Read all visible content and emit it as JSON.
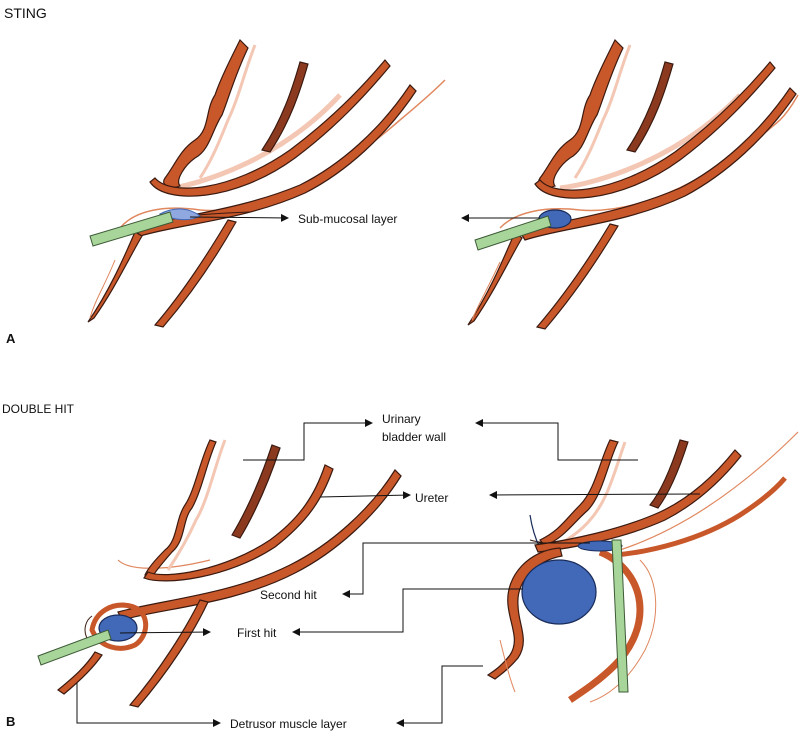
{
  "colors": {
    "tissue_fill": "#c8572a",
    "tissue_edge": "#3b1a10",
    "ureter_fill": "#8b3a1f",
    "mucosa_line": "#e0875e",
    "mucosa_shadow": "#f3c7b3",
    "bleb": "#4169b8",
    "bleb_edge": "#1a2c5a",
    "needle": "#a8d59a",
    "needle_edge": "#3d5a36",
    "arrow": "#111111"
  },
  "panel_a": {
    "title": "STING",
    "letter": "A",
    "label_submucosal": "Sub-mucosal layer"
  },
  "panel_b": {
    "title": "DOUBLE HIT",
    "letter": "B",
    "label_wall_line1": "Urinary",
    "label_wall_line2": "bladder wall",
    "label_ureter": "Ureter",
    "label_second_hit": "Second hit",
    "label_first_hit": "First hit",
    "label_detrusor": "Detrusor muscle layer"
  }
}
